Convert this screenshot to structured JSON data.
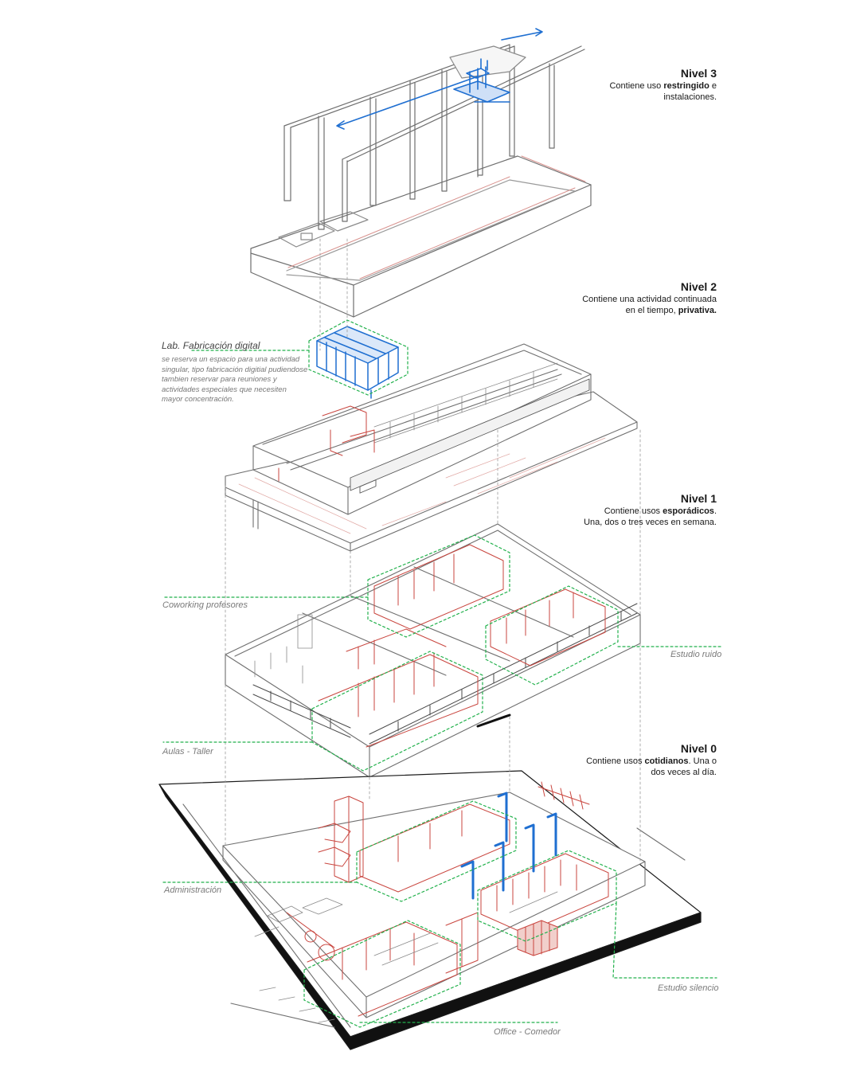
{
  "levels": [
    {
      "title": "Nivel 3",
      "line1_pre": "Contiene uso ",
      "line1_bold": "restringido",
      "line1_post": " e",
      "line2_pre": "instalaciones.",
      "line2_bold": "",
      "line2_post": ""
    },
    {
      "title": "Nivel 2",
      "line1_pre": "Contiene una actividad continuada",
      "line1_bold": "",
      "line1_post": "",
      "line2_pre": "en el tiempo, ",
      "line2_bold": "privativa.",
      "line2_post": ""
    },
    {
      "title": "Nivel 1",
      "line1_pre": "Contiene usos ",
      "line1_bold": "esporádicos",
      "line1_post": ".",
      "line2_pre": "Una, dos o tres veces en semana.",
      "line2_bold": "",
      "line2_post": ""
    },
    {
      "title": "Nivel 0",
      "line1_pre": "Contiene usos ",
      "line1_bold": "cotidianos",
      "line1_post": ". Una o",
      "line2_pre": "dos veces al día.",
      "line2_bold": "",
      "line2_post": ""
    }
  ],
  "lab": {
    "title": "Lab. Fabricación digital",
    "description": "se reserva un espacio para una actividad singular, tipo fabricación digitial pudiendose tambien reservar para reuniones y actividades especiales que necesiten mayor concentración."
  },
  "zones": {
    "coworking": "Coworking profesores",
    "estudio_ruido": "Estudio ruido",
    "aulas_taller": "Aulas - Taller",
    "administracion": "Administración",
    "estudio_silencio": "Estudio silencio",
    "office_comedor": "Office - Comedor"
  },
  "colors": {
    "line": "#6f6f6f",
    "red": "#c9463f",
    "blue": "#1f6fd1",
    "green": "#22b14c",
    "text": "#1a1a1a",
    "label": "#7a7a7a"
  }
}
